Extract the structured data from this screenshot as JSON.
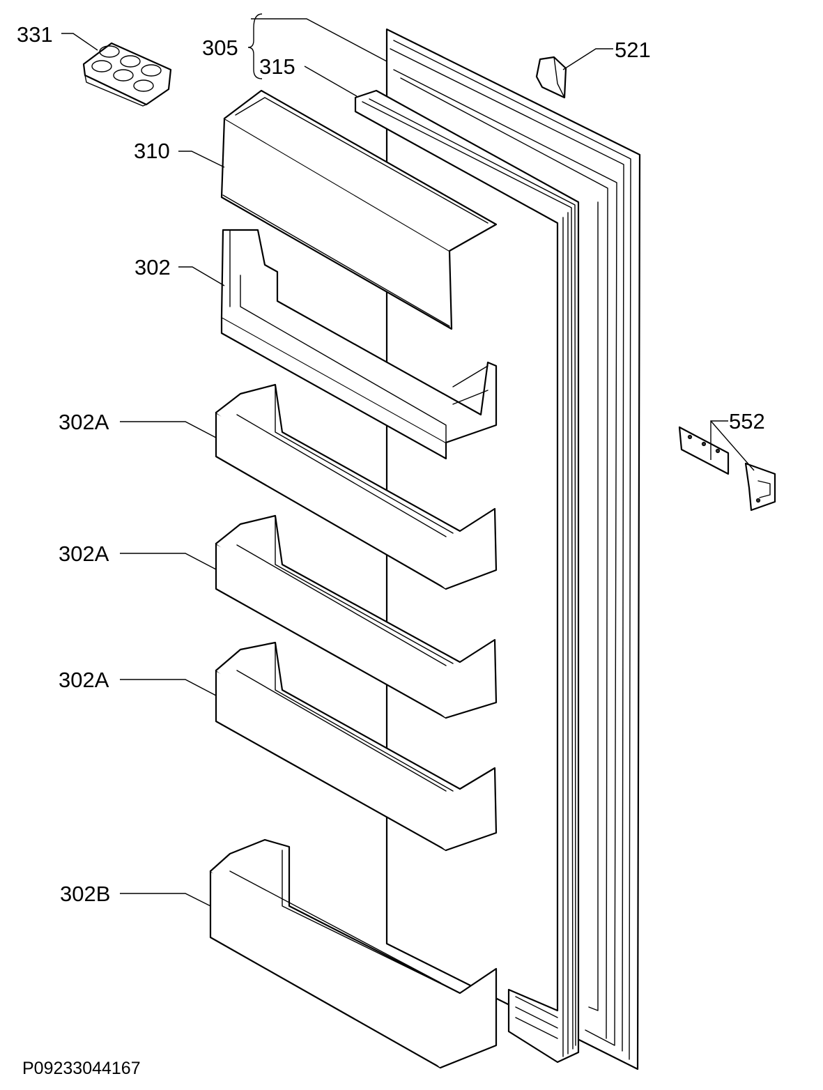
{
  "diagram": {
    "drawing_code": "P09233044167",
    "labels": {
      "p331": "331",
      "p305": "305",
      "p315": "315",
      "p521": "521",
      "p310": "310",
      "p302": "302",
      "p302a_1": "302A",
      "p302a_2": "302A",
      "p302a_3": "302A",
      "p552": "552",
      "p302b": "302B"
    }
  }
}
